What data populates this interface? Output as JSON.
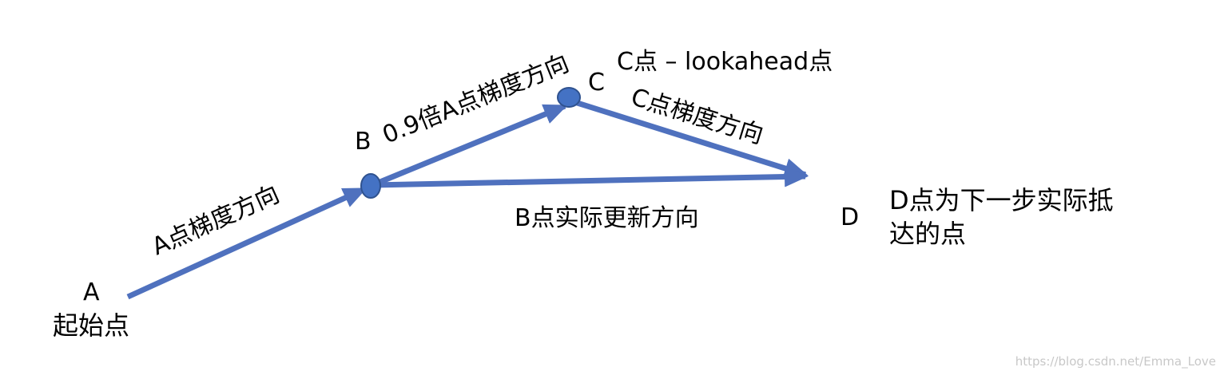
{
  "colors": {
    "arrow": "#4f71be",
    "node_fill": "#4472c4",
    "node_stroke": "#2f528f",
    "text": "#000000",
    "watermark": "#c8c8c8"
  },
  "nodes": {
    "a": {
      "label": "A",
      "sublabel": "起始点"
    },
    "b": {
      "label": "B"
    },
    "c": {
      "label": "C",
      "note": "C点 – lookahead点"
    },
    "d": {
      "label": "D",
      "note_line1": "D点为下一步实际抵",
      "note_line2": "达的点"
    }
  },
  "edges": {
    "a_to_b": {
      "label": "A点梯度方向"
    },
    "b_to_c": {
      "label": "0.9倍A点梯度方向"
    },
    "c_to_d": {
      "label": "C点梯度方向"
    },
    "b_to_d": {
      "label": "B点实际更新方向"
    }
  },
  "watermark": "https://blog.csdn.net/Emma_Love"
}
